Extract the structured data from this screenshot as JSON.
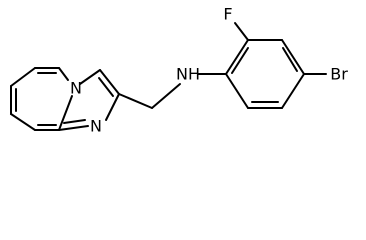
{
  "molecule": {
    "atoms": {
      "n_bridge": "N",
      "n_ring": "N",
      "nh": "NH",
      "fluorine": "F",
      "bromine": "Br"
    }
  }
}
